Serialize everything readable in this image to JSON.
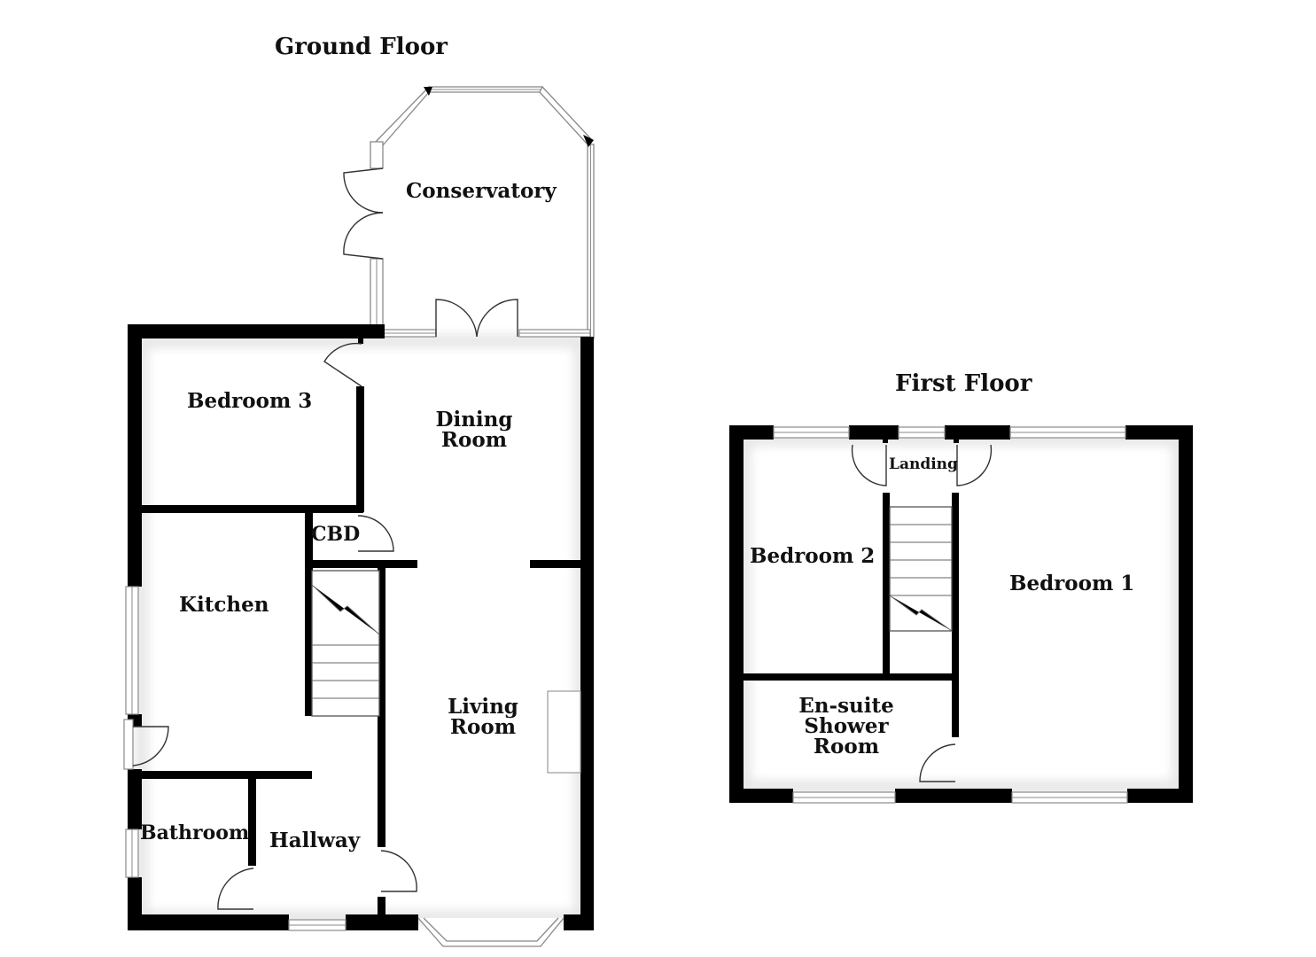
{
  "floors": {
    "ground": {
      "title": "Ground Floor",
      "rooms": {
        "conservatory": "Conservatory",
        "bedroom3": "Bedroom 3",
        "dining_line1": "Dining",
        "dining_line2": "Room",
        "cbd": "CBD",
        "kitchen": "Kitchen",
        "living_line1": "Living",
        "living_line2": "Room",
        "bathroom": "Bathroom",
        "hallway": "Hallway"
      }
    },
    "first": {
      "title": "First Floor",
      "rooms": {
        "landing": "Landing",
        "bedroom2": "Bedroom 2",
        "bedroom1": "Bedroom 1",
        "ensuite_line1": "En-suite",
        "ensuite_line2": "Shower",
        "ensuite_line3": "Room"
      }
    }
  },
  "colors": {
    "wall": "#000000",
    "window": "#8a8a8a",
    "background": "#ffffff"
  }
}
